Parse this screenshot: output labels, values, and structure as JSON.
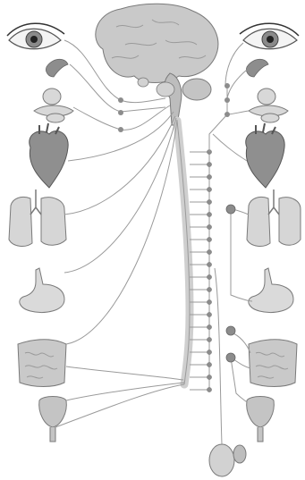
{
  "diagram": {
    "kind": "autonomic-nervous-system-illustration",
    "colors": {
      "background": "#ffffff",
      "organ_fill": "#d9d9d9",
      "organ_stroke": "#7a7a7a",
      "nerve": "#9a9a9a",
      "ganglion": "#8c8c8c",
      "brain_fill": "#c9c9c9"
    },
    "left_column_organs": [
      "eye",
      "lacrimal-gland",
      "salivary-glands",
      "heart",
      "lungs",
      "stomach",
      "intestines",
      "bladder"
    ],
    "right_column_organs": [
      "eye",
      "lacrimal-gland",
      "salivary-glands",
      "heart",
      "lungs",
      "stomach",
      "intestines",
      "bladder",
      "adrenal-and-kidney"
    ],
    "central_structures": [
      "brain",
      "brainstem",
      "spinal-cord",
      "sympathetic-chain"
    ]
  }
}
